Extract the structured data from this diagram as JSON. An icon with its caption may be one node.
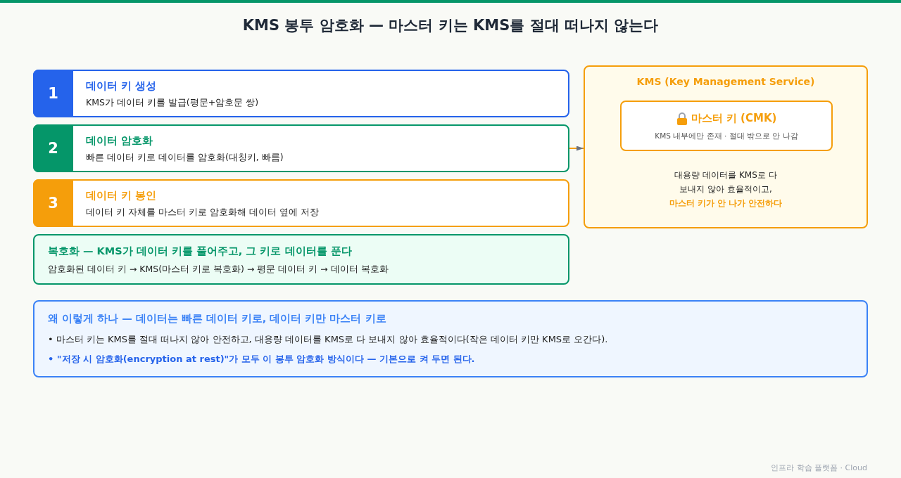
{
  "diagram": {
    "title": "KMS 봉투 암호화 — 마스터 키는 KMS를 절대 떠나지 않는다",
    "nodes": [
      {
        "text": [
          "1",
          "데이터 키 생성",
          "KMS가 데이터 키를 발급(평문+암호문 쌍)"
        ]
      },
      {
        "text": [
          "2",
          "데이터 암호화",
          "빠른 데이터 키로 데이터를 암호화(대칭키, 빠름)"
        ]
      },
      {
        "text": [
          "3",
          "데이터 키 봉인",
          "데이터 키 자체를 마스터 키로 암호화해 데이터 옆에 저장"
        ]
      },
      {
        "text": [
          "복호화 — KMS가 데이터 키를 풀어주고, 그 키로 데이터를 푼다",
          "암호화된 데이터 키 → KMS(마스터 키로 복호화) → 평문 데이터 키 → 데이터 복호화"
        ]
      },
      {
        "text": [
          "KMS (Key Management Service)",
          "대용량 데이터를 KMS로 다 보내지 않아 효율적이고,",
          "마스터 키가 안 나가 안전하다"
        ]
      },
      {
        "text": [
          "마스터 키 (CMK)",
          "KMS 내부에만 존재 · 절대 밖으로 안 나감"
        ],
        "in": 4
      },
      {
        "text": [
          "왜 이렇게 하나 — 데이터는 빠른 데이터 키로, 데이터 키만 마스터 키로",
          "• 마스터 키는 KMS를 절대 떠나지 않아 안전하고, 대용량 데이터를 KMS로 다 보내지 않아 효율적이다(작은 데이터 키만 KMS로 오간다).",
          "• \"저장 시 암호화(encryption at rest)\"가 모두 이 봉투 암호화 방식이다 — 기본으로 켜 두면 된다."
        ]
      }
    ],
    "edges": [
      {
        "from": 1,
        "to": 4,
        "arrow": "to",
        "color": "#f59e0b"
      }
    ],
    "labels": [
      "인프라 학습 플랫폼 · Cloud"
    ]
  }
}
